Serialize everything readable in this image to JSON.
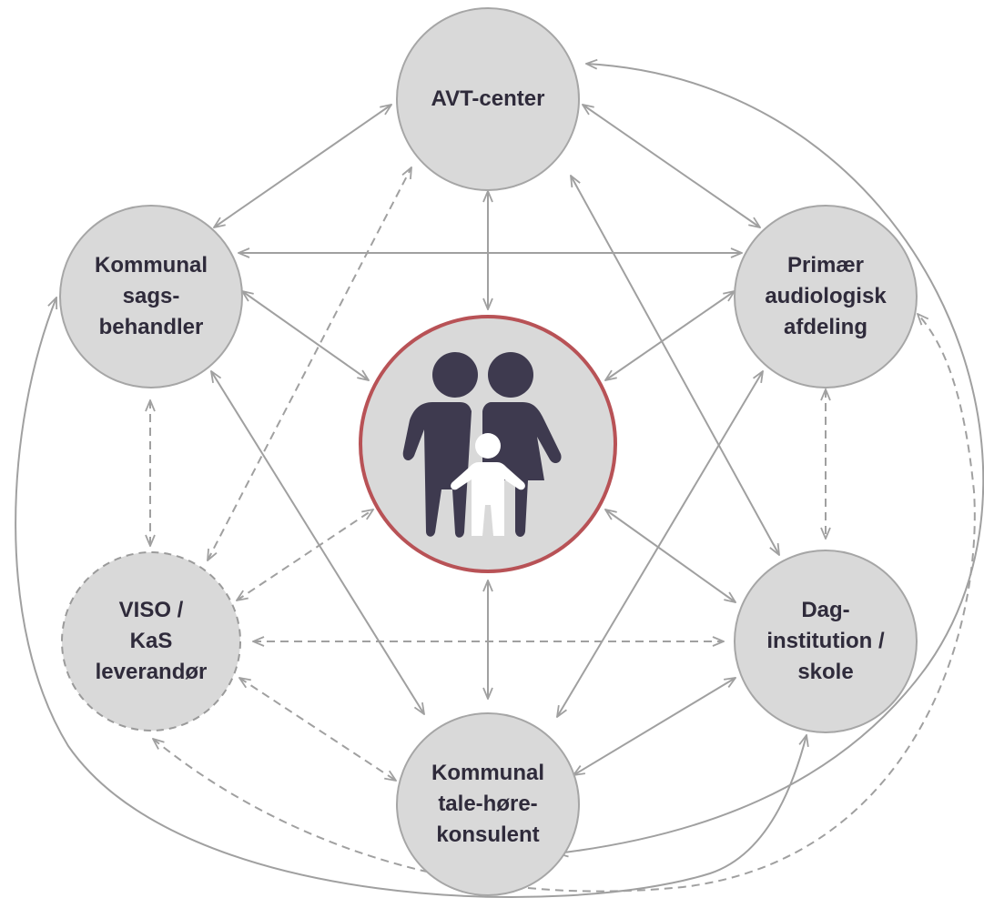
{
  "nodes": {
    "avt": {
      "label": "AVT-center"
    },
    "kommunal_sags": {
      "label": "Kommunal\nsags-\nbehandler"
    },
    "primaer": {
      "label": "Primær\naudiologisk\nafdeling"
    },
    "viso": {
      "label": "VISO /\nKaS\nleverandør"
    },
    "dag": {
      "label": "Dag-\ninstitution /\nskole"
    },
    "tale": {
      "label": "Kommunal\ntale-høre-\nkonsulent"
    },
    "family": {
      "icon": "family-icon"
    }
  },
  "colors": {
    "node_fill": "#d9d9d9",
    "node_stroke": "#a6a6a6",
    "center_stroke": "#b85256",
    "arrow": "#a0a0a0",
    "text": "#2f2b3b",
    "figure_dark": "#3e3a4f",
    "figure_light": "#ffffff"
  }
}
